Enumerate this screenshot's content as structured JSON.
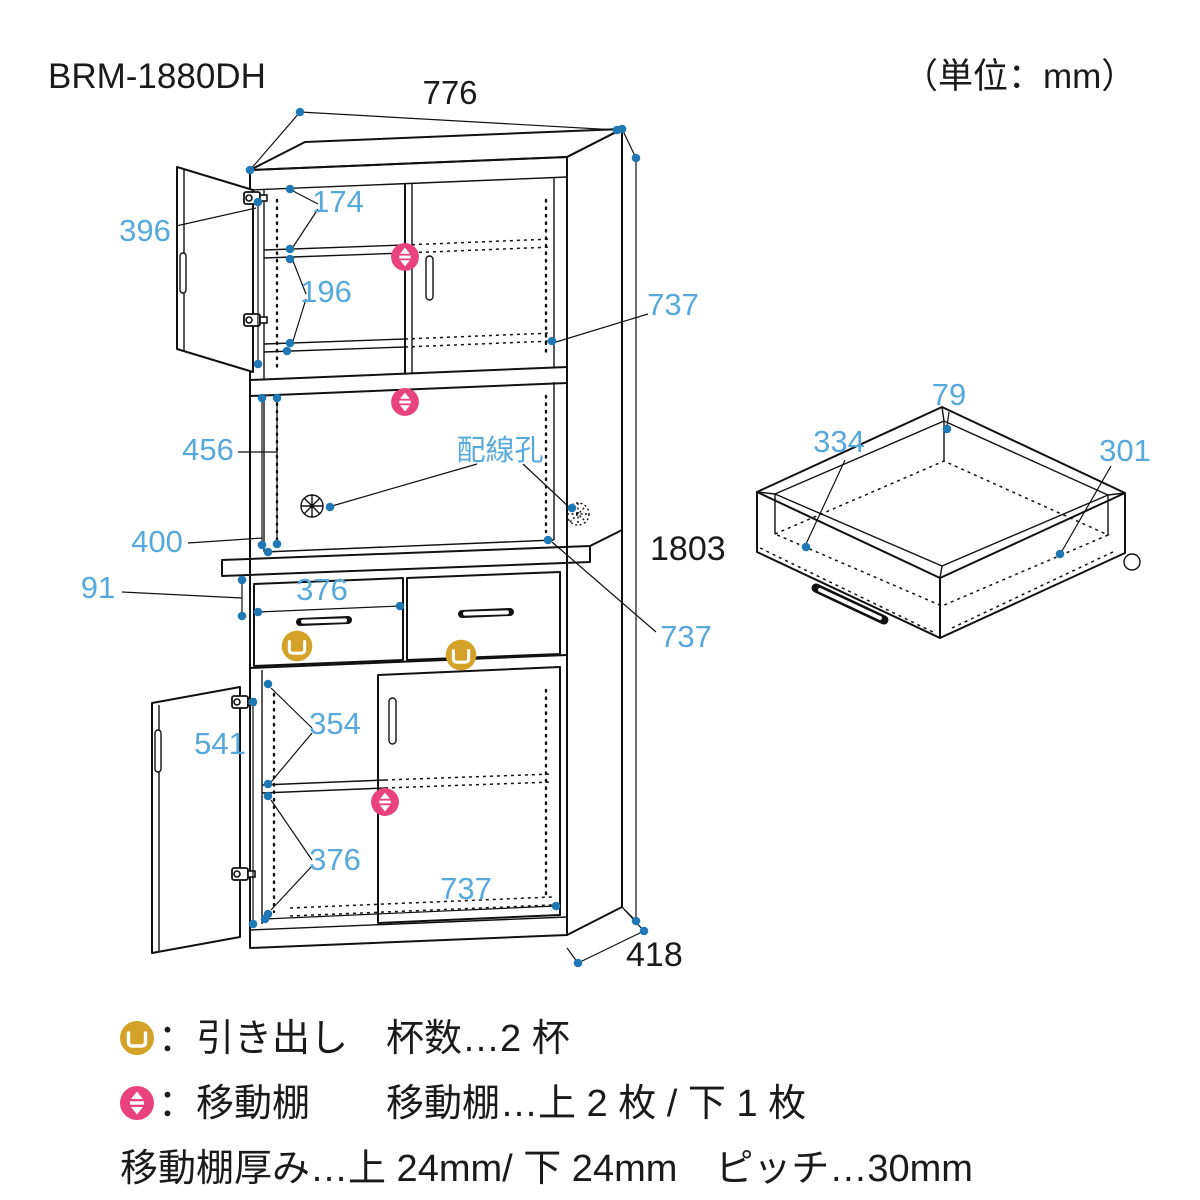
{
  "title": "BRM-1880DH",
  "unit_label": "（単位：mm）",
  "colors": {
    "dimension_blue": "#57A9DB",
    "outline_black": "#111111",
    "dot_blue": "#1F77B4",
    "drawer_icon_yellow": "#D4A129",
    "shelf_icon_pink": "#E8437C"
  },
  "main_view": {
    "overall_width": "776",
    "overall_height": "1803",
    "overall_depth": "418",
    "upper_door_height": "396",
    "upper_gap_1": "174",
    "upper_gap_2": "196",
    "upper_inner_width": "737",
    "middle_back_height": "456",
    "wiring_hole_label": "配線孔",
    "middle_front_height": "400",
    "drawer_inner_height": "91",
    "drawer_inner_width": "376",
    "counter_inner_width": "737",
    "lower_door_height": "541",
    "lower_gap_1": "354",
    "lower_gap_2": "376",
    "lower_inner_width": "737"
  },
  "drawer_view": {
    "inner_height": "79",
    "inner_width": "334",
    "inner_depth": "301"
  },
  "legend": {
    "drawer_icon": "drawer-icon",
    "shelf_icon": "up-down-arrows-icon",
    "drawer_row": "：引き出し　杯数…2 杯",
    "shelf_row": "：移動棚　　移動棚…上 2 枚 / 下 1 枚",
    "note_row": "移動棚厚み…上 24mm/ 下 24mm　ピッチ…30mm"
  }
}
